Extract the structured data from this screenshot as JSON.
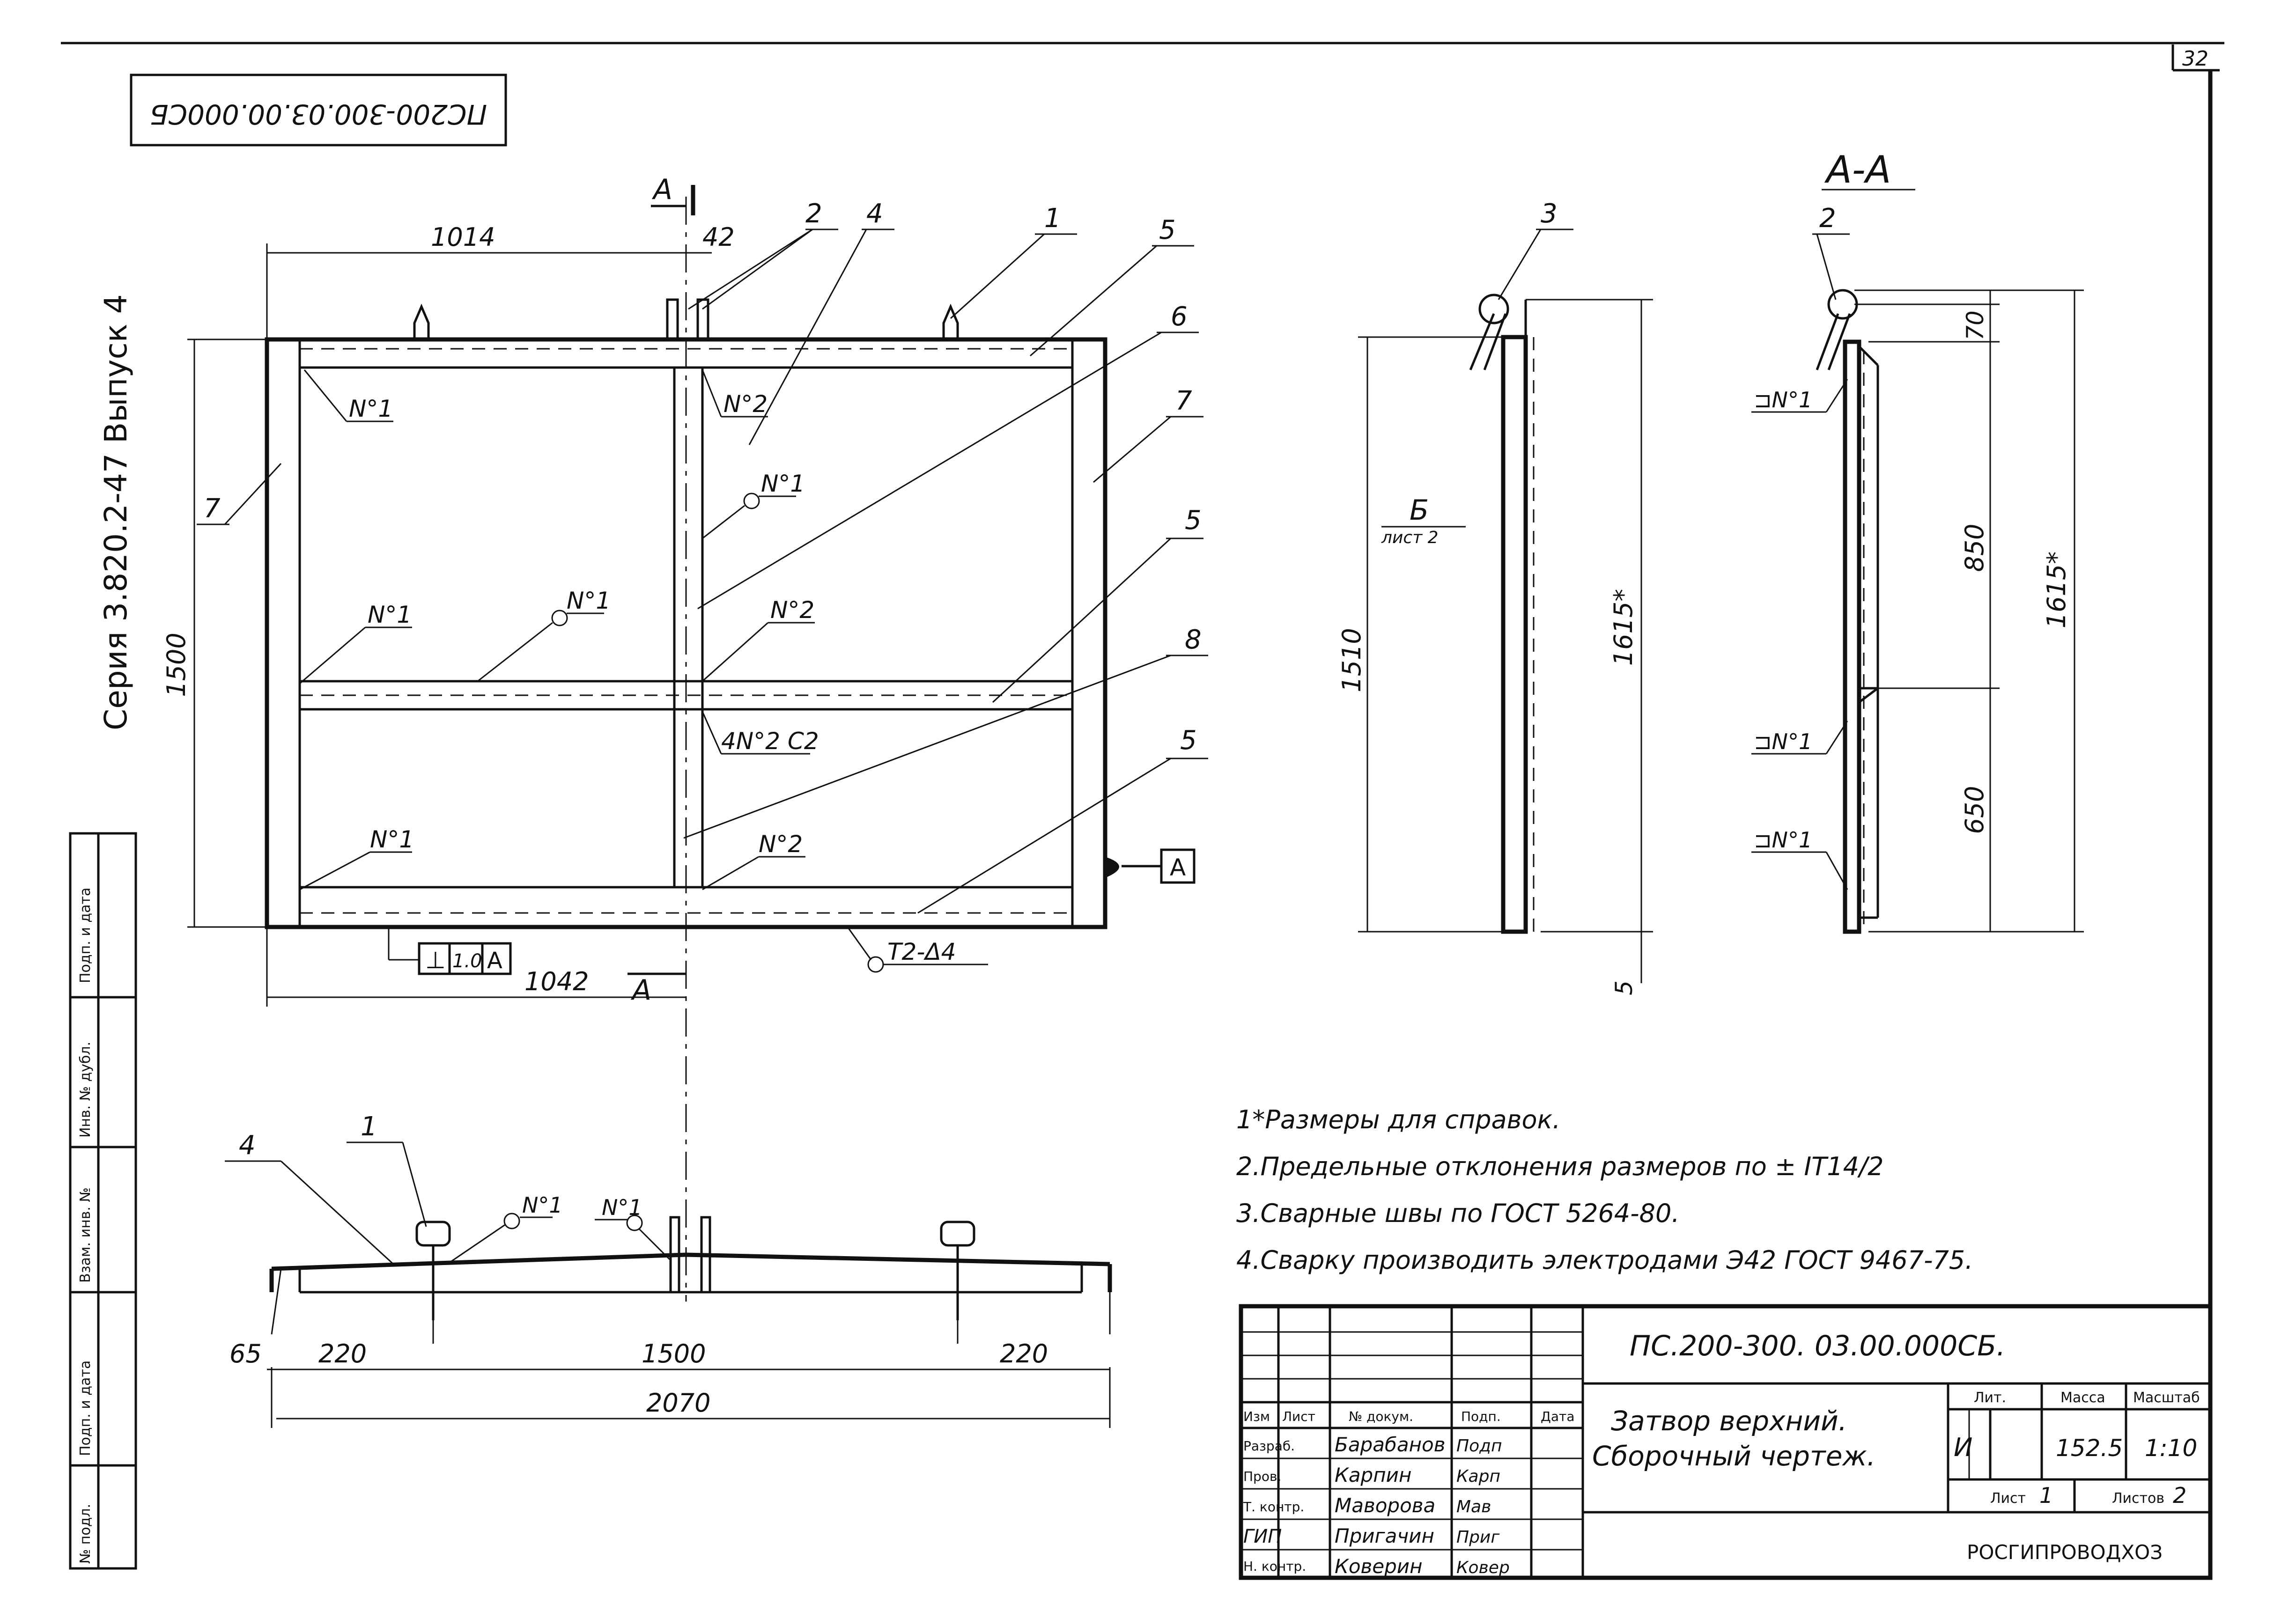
{
  "sheet": {
    "page_number": "32",
    "designation_rotated": "ПС200-300.03.00.000СБ",
    "series_label": "Серия 3.820.2-47 Выпуск 4"
  },
  "front_view": {
    "dims": {
      "top_left": "1014",
      "top_gap": "42",
      "height_left": "1500",
      "bottom_left": "1042"
    },
    "section_marker": "А",
    "positions": [
      "1",
      "2",
      "4",
      "5",
      "6",
      "7",
      "8"
    ],
    "welds": {
      "n1": "N°1",
      "n2": "N°2",
      "n2_c2": "4N°2 C2",
      "t2": "T2-Δ4"
    },
    "tolerance": {
      "symbol": "⊥",
      "value": "1.0",
      "datum": "A"
    },
    "datum_tag": "A"
  },
  "side_view": {
    "pos": "3",
    "dim_total": "1510",
    "dim_height": "1615*",
    "dim_bottom": "5",
    "view_label": "Б",
    "view_sheet": "лист 2"
  },
  "section_view": {
    "title": "А-А",
    "pos": "2",
    "dim_top": "70",
    "dim_upper": "850",
    "dim_lower": "650",
    "dim_height": "1615*",
    "weld_mark": "⊐N°1"
  },
  "bottom_view": {
    "pos_a": "4",
    "pos_b": "1",
    "weld_a": "N°1",
    "weld_b": "N°1",
    "dims": [
      "65",
      "220",
      "1500",
      "220"
    ],
    "total": "2070"
  },
  "notes": [
    "1*Размеры для справок.",
    "2.Предельные отклонения размеров по ± IT14/2",
    "3.Сварные швы по ГОСТ 5264-80.",
    "4.Сварку производить электродами Э42 ГОСТ 9467-75."
  ],
  "stamp": {
    "designation": "ПС.200-300. 03.00.000СБ.",
    "title_line1": "Затвор верхний.",
    "title_line2": "Сборочный чертеж.",
    "head": {
      "izm": "Изм",
      "list": "Лист",
      "doc": "№ докум.",
      "sign": "Подп.",
      "date": "Дата"
    },
    "rows": [
      {
        "role": "Разраб.",
        "name": "Барабанов",
        "sign": "Подп"
      },
      {
        "role": "Пров.",
        "name": "Карпин",
        "sign": "Карп"
      },
      {
        "role": "Т. контр.",
        "name": "Маворова",
        "sign": "Мав"
      },
      {
        "role": "ГИП",
        "name": "Пригачин",
        "sign": "Приг"
      },
      {
        "role": "Н. контр.",
        "name": "Коверин",
        "sign": "Ковер"
      }
    ],
    "lit_label": "Лит.",
    "mass_label": "Масса",
    "scale_label": "Масштаб",
    "lit": "И",
    "mass": "152.5",
    "scale": "1:10",
    "sheet_label": "Лист",
    "sheet_value": "1",
    "sheets_label": "Листов",
    "sheets_value": "2",
    "org": "РОСГИПРОВОДХОЗ"
  },
  "side_stamp": {
    "cells": [
      "Подп. и дата",
      "Инв. № дубл.",
      "Взам. инв. №",
      "Подп. и дата",
      "№ подл."
    ]
  }
}
